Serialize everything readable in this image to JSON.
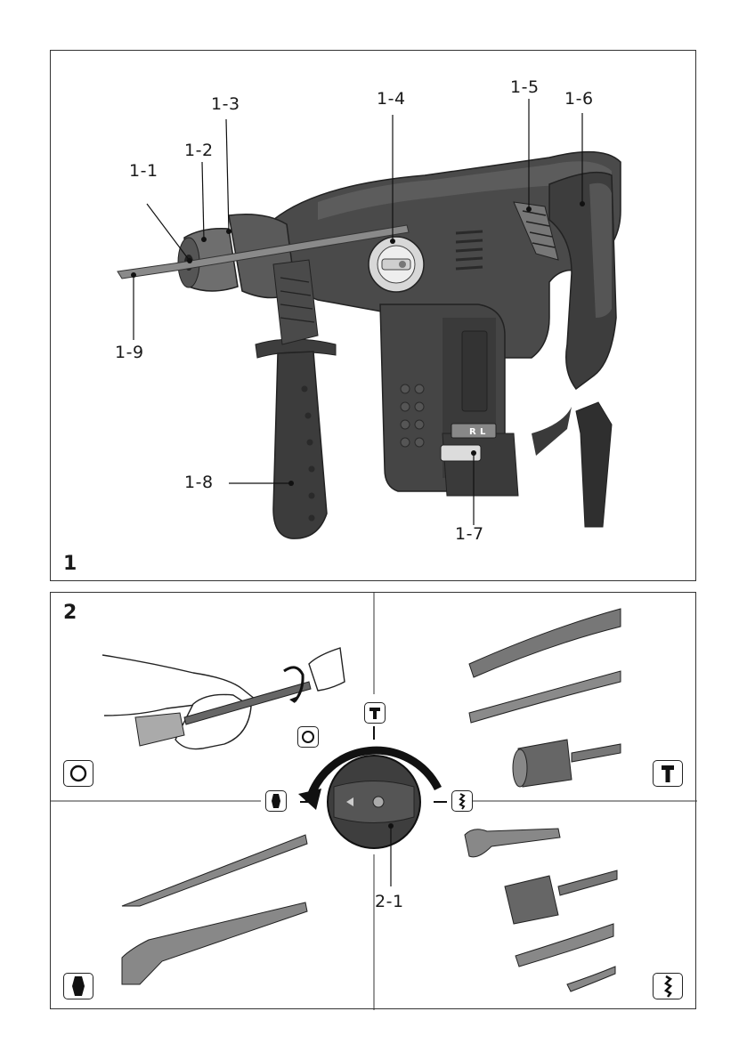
{
  "figure1": {
    "number": "1",
    "callouts": {
      "c1_1": "1-1",
      "c1_2": "1-2",
      "c1_3": "1-3",
      "c1_4": "1-4",
      "c1_5": "1-5",
      "c1_6": "1-6",
      "c1_7": "1-7",
      "c1_8": "1-8",
      "c1_9": "1-9"
    },
    "switch_marks": {
      "right": "R",
      "left": "L"
    }
  },
  "figure2": {
    "number": "2",
    "callouts": {
      "c2_1": "2-1"
    },
    "modes": [
      {
        "name": "rotation-stop",
        "icon": "circle-icon"
      },
      {
        "name": "hammer-drilling",
        "icon": "hammer-icon"
      },
      {
        "name": "chiselling",
        "icon": "chisel-icon"
      },
      {
        "name": "drilling",
        "icon": "drill-bit-icon"
      }
    ]
  }
}
